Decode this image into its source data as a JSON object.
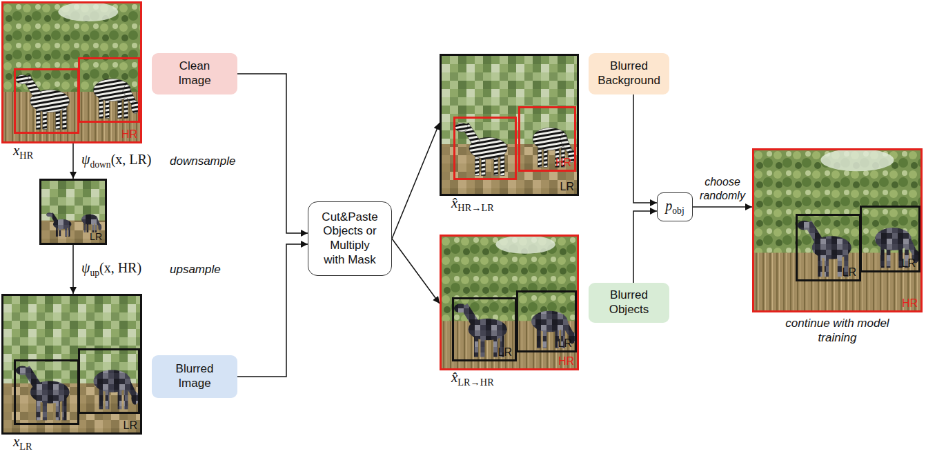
{
  "diagram": {
    "nodes": [
      {
        "text": [
          "HR",
          "xHR"
        ]
      },
      {
        "text": [
          "LR"
        ]
      },
      {
        "text": [
          "LR",
          "xLR"
        ]
      },
      {
        "text": [
          "Clean Image"
        ]
      },
      {
        "text": [
          "Blurred Image"
        ]
      },
      {
        "text": [
          "Cut&Paste Objects or Multiply with Mask"
        ]
      },
      {
        "text": [
          "LR",
          "x̂HR→LR"
        ]
      },
      {
        "text": [
          "HR"
        ],
        "in": 6
      },
      {
        "text": [
          "HR",
          "x̂LR→HR"
        ]
      },
      {
        "text": [
          "LR"
        ],
        "in": 8
      },
      {
        "text": [
          "LR"
        ],
        "in": 8
      },
      {
        "text": [
          "Blurred Background"
        ]
      },
      {
        "text": [
          "Blurred Objects"
        ]
      },
      {
        "text": [
          "pobj"
        ]
      },
      {
        "text": [
          "HR",
          "continue with model training"
        ]
      },
      {
        "text": [
          "LR"
        ],
        "in": 14
      },
      {
        "text": [
          "LR"
        ],
        "in": 14
      }
    ],
    "edges": [
      {
        "from": 0,
        "to": 1,
        "arrow": "to",
        "label": "ψdown(x, LR)"
      },
      {
        "from": 1,
        "to": 2,
        "arrow": "to",
        "label": "ψup(x, HR)"
      },
      {
        "from": 3,
        "to": 5,
        "arrow": "to"
      },
      {
        "from": 4,
        "to": 5,
        "arrow": "to"
      },
      {
        "from": 5,
        "to": 6,
        "arrow": "to"
      },
      {
        "from": 5,
        "to": 8,
        "arrow": "to"
      },
      {
        "from": 11,
        "to": 13,
        "arrow": "to"
      },
      {
        "from": 12,
        "to": 13,
        "arrow": "to"
      },
      {
        "from": 13,
        "to": 14,
        "arrow": "to",
        "label": "choose randomly"
      }
    ],
    "labels": [
      "downsample",
      "upsample"
    ]
  }
}
